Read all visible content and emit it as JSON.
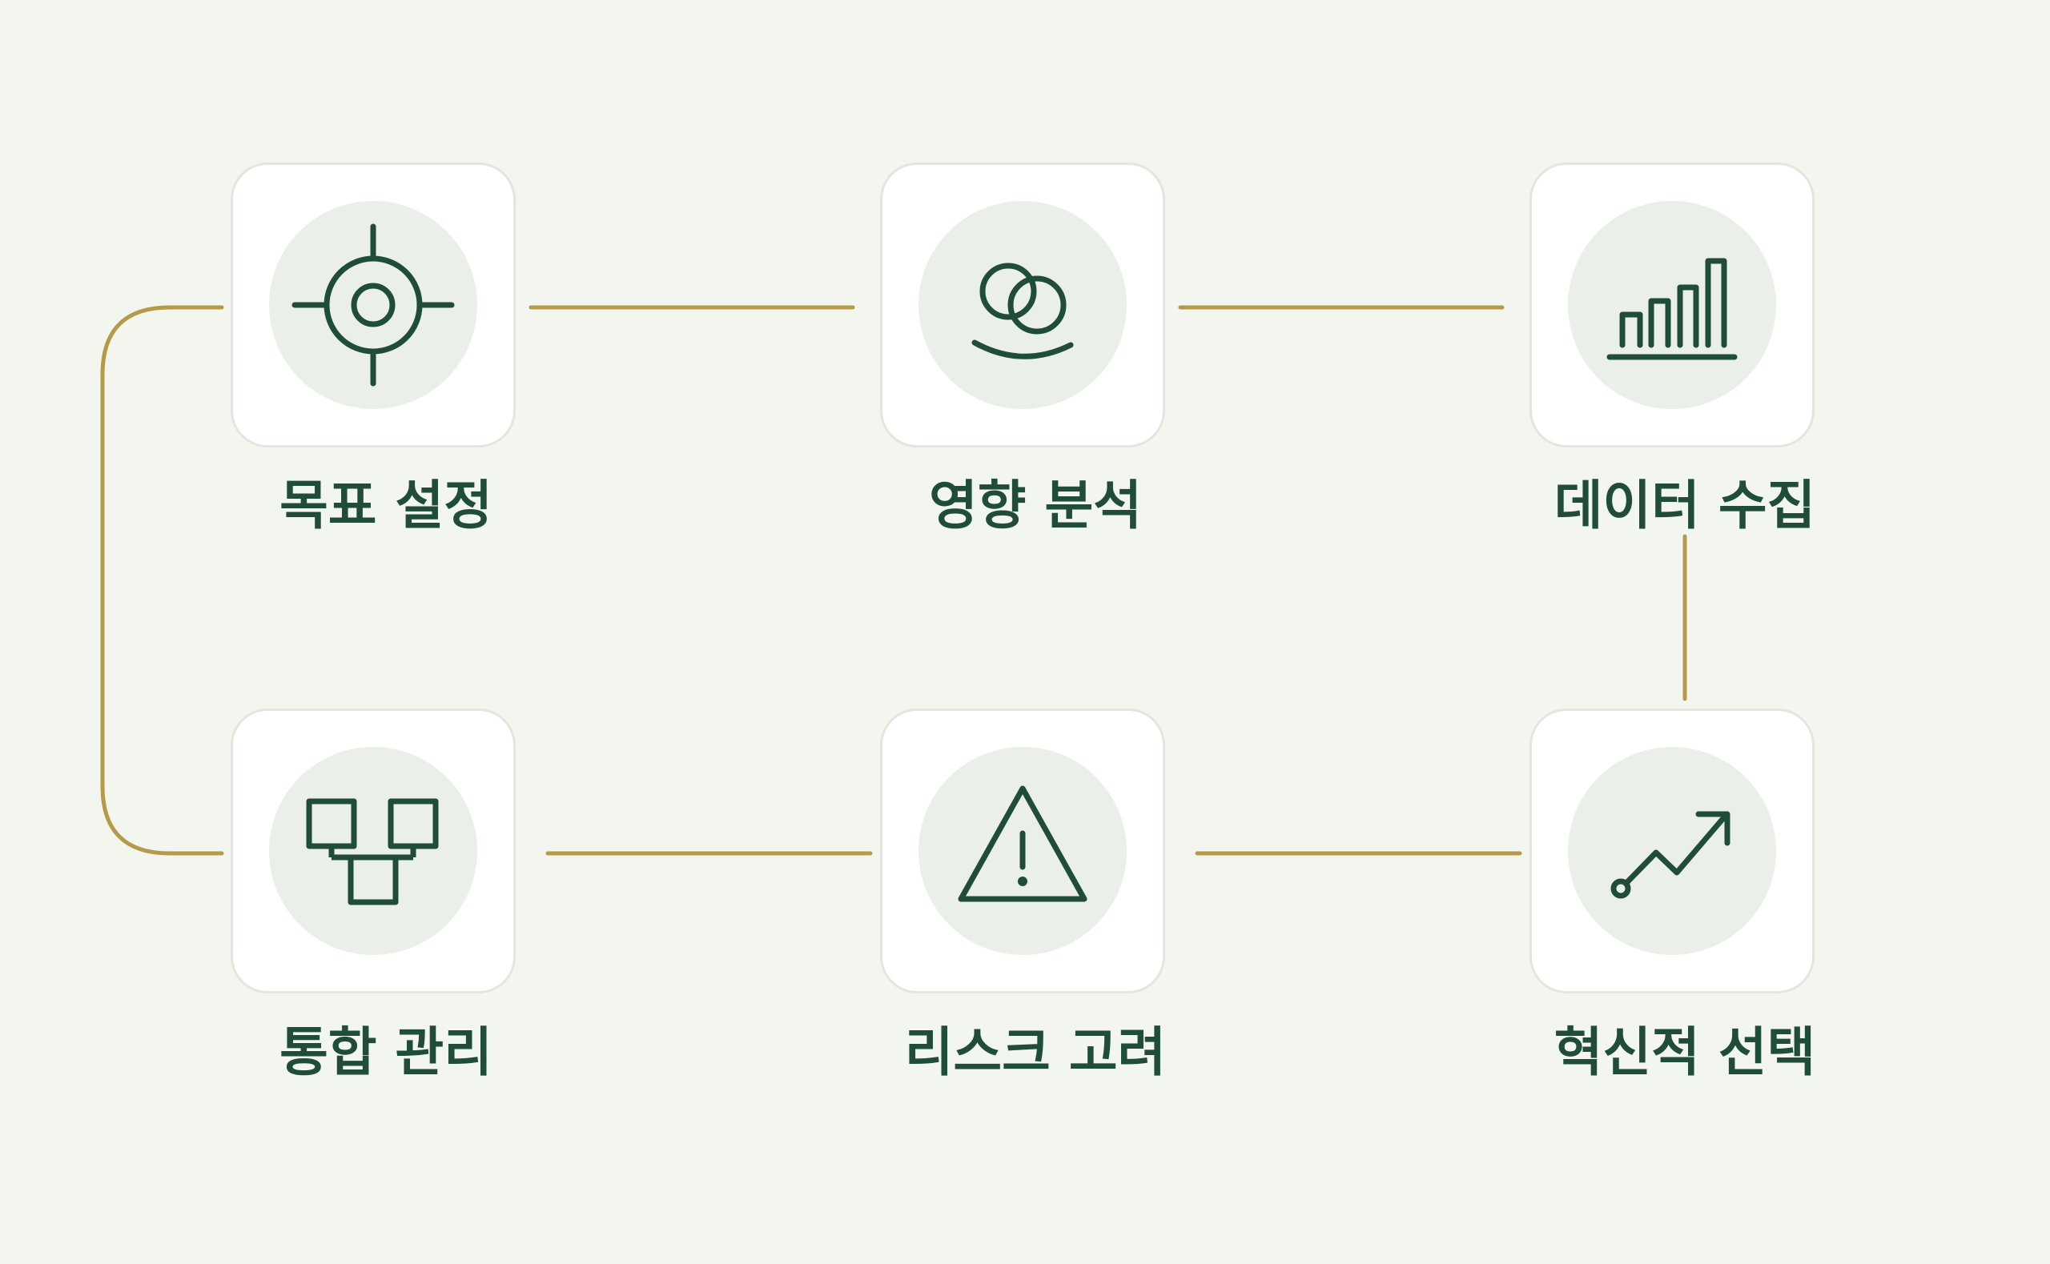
{
  "steps": [
    {
      "label": "목표 설정",
      "icon": "crosshair-icon"
    },
    {
      "label": "영향 분석",
      "icon": "overlapping-circles-icon"
    },
    {
      "label": "데이터 수집",
      "icon": "bar-chart-icon"
    },
    {
      "label": "혁신적 선택",
      "icon": "trend-up-icon"
    },
    {
      "label": "리스크 고려",
      "icon": "warning-icon"
    },
    {
      "label": "통합 관리",
      "icon": "hierarchy-icon"
    }
  ],
  "colors": {
    "background": "#f3f6ee",
    "card": "#ffffff",
    "icon_circle": "#eaf0e9",
    "icon_stroke": "#1f4d3a",
    "label": "#1f4d3a",
    "connector": "#b59a4a"
  }
}
